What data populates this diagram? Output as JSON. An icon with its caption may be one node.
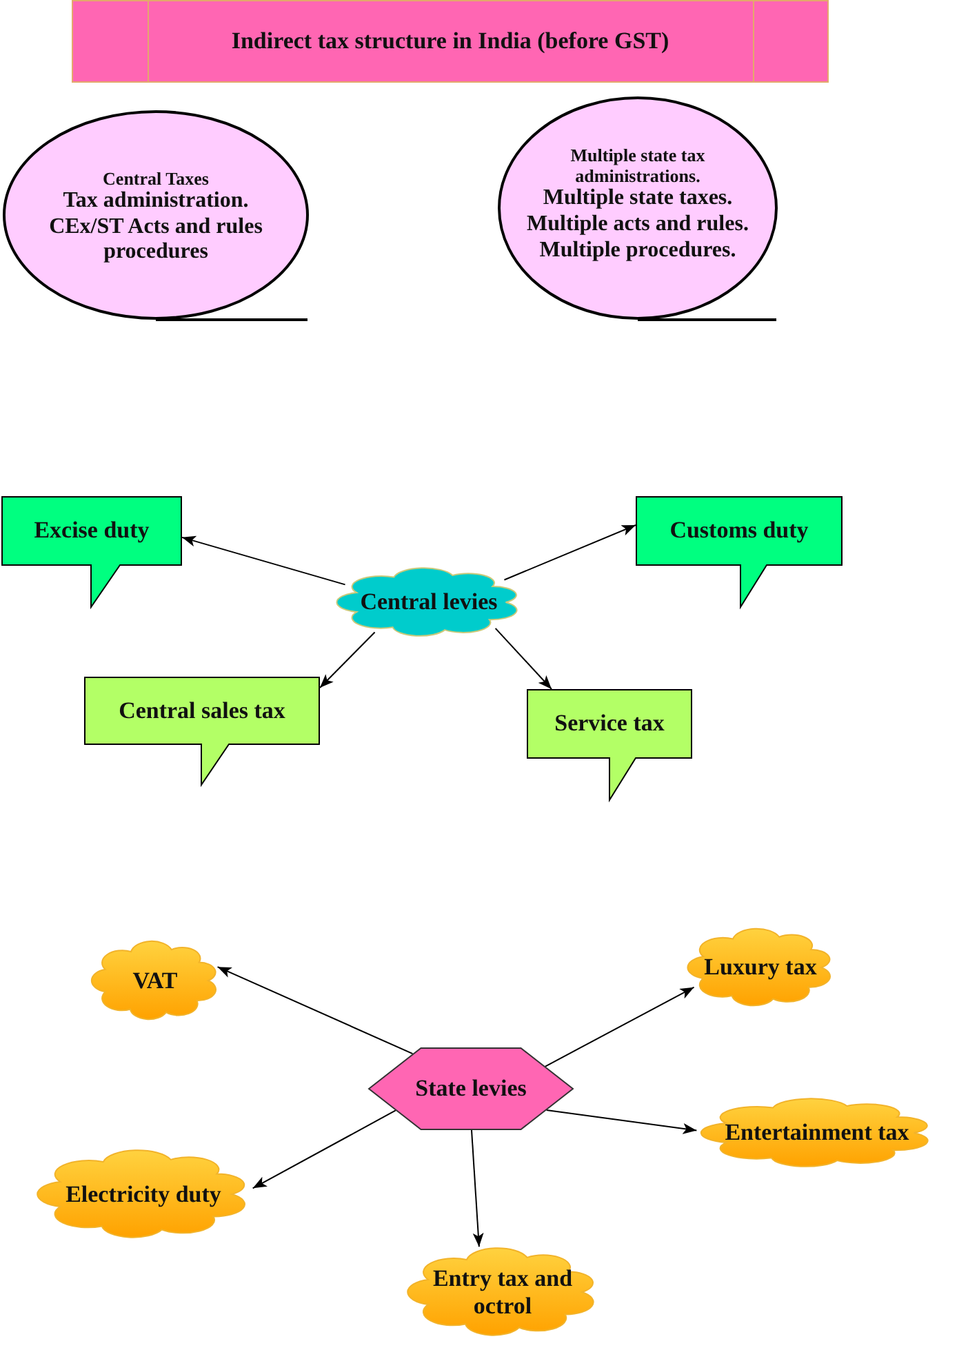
{
  "diagram": {
    "title": "Indirect tax structure in India (before GST)",
    "nodes": [
      {
        "text": [
          "Central Taxes",
          "Tax administration. CEx/ST Acts and rules procedures"
        ]
      },
      {
        "text": [
          "Multiple state tax administrations.",
          "Multiple state taxes. Multiple acts and rules. Multiple procedures."
        ]
      },
      {
        "text": [
          "Excise duty"
        ]
      },
      {
        "text": [
          "Customs duty"
        ]
      },
      {
        "text": [
          "Central levies"
        ]
      },
      {
        "text": [
          "Central sales tax"
        ]
      },
      {
        "text": [
          "Service tax"
        ]
      },
      {
        "text": [
          "VAT"
        ]
      },
      {
        "text": [
          "Luxury tax"
        ]
      },
      {
        "text": [
          "State levies"
        ]
      },
      {
        "text": [
          "Entertainment tax"
        ]
      },
      {
        "text": [
          "Electricity duty"
        ]
      },
      {
        "text": [
          "Entry tax and octrol"
        ]
      }
    ],
    "edges": [
      {
        "from": 4,
        "to": 2,
        "arrow": "to"
      },
      {
        "from": 4,
        "to": 3,
        "arrow": "to"
      },
      {
        "from": 4,
        "to": 5,
        "arrow": "to"
      },
      {
        "from": 4,
        "to": 6,
        "arrow": "to"
      },
      {
        "from": 9,
        "to": 7,
        "arrow": "to"
      },
      {
        "from": 9,
        "to": 8,
        "arrow": "to"
      },
      {
        "from": 9,
        "to": 10,
        "arrow": "to"
      },
      {
        "from": 9,
        "to": 11,
        "arrow": "to"
      },
      {
        "from": 9,
        "to": 12,
        "arrow": "to"
      }
    ]
  }
}
